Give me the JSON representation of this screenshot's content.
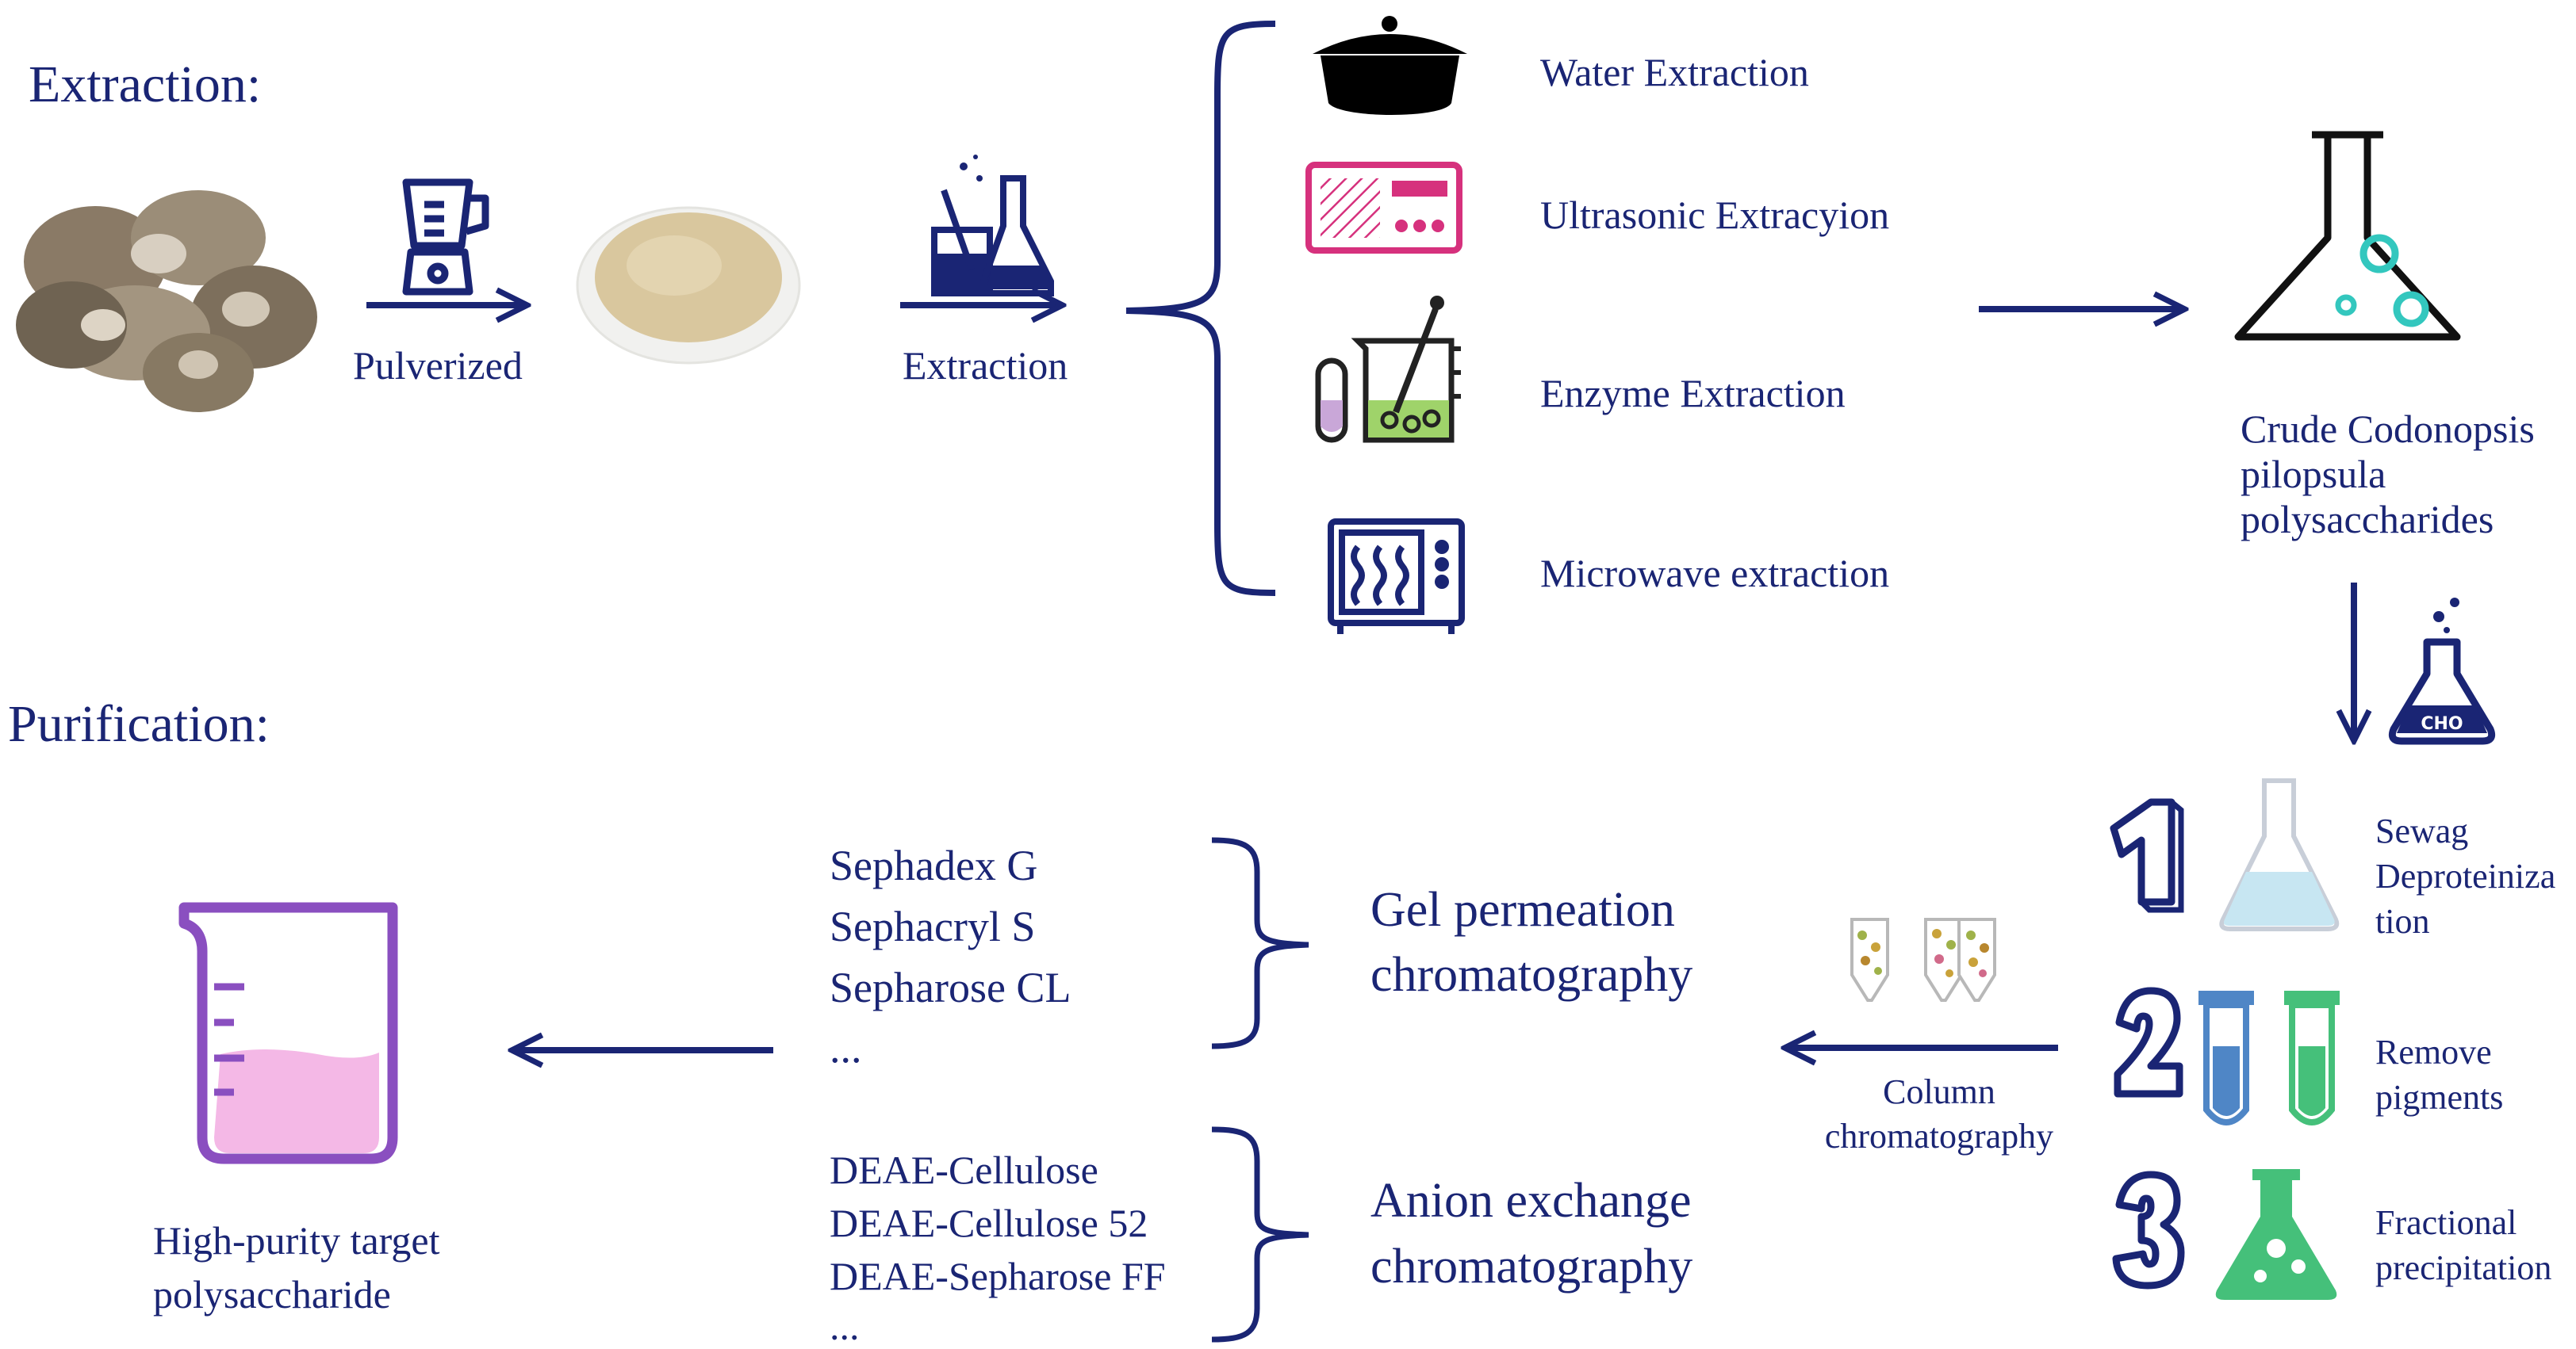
{
  "sections": {
    "extraction": "Extraction:",
    "purification": "Purification:"
  },
  "extraction": {
    "step1_label": "Pulverized",
    "step2_label": "Extraction",
    "methods": [
      "Water Extraction",
      "Ultrasonic Extracyion",
      "Enzyme Extraction",
      "Microwave extraction"
    ],
    "product": [
      "Crude Codonopsis",
      "pilopsula",
      "polysaccharides"
    ]
  },
  "pretreatment": [
    {
      "number": "1",
      "label": [
        "Sewag",
        "Deproteiniza",
        "tion"
      ]
    },
    {
      "number": "2",
      "label": [
        "Remove",
        "pigments"
      ]
    },
    {
      "number": "3",
      "label": [
        "Fractional",
        "precipitation"
      ]
    }
  ],
  "column": {
    "label": [
      "Column",
      "chromatography"
    ]
  },
  "gel_permeation": {
    "title": [
      "Gel permeation",
      "chromatography"
    ],
    "media": [
      "Sephadex G",
      "Sephacryl S",
      "Sepharose CL",
      "..."
    ]
  },
  "anion_exchange": {
    "title": [
      "Anion exchange",
      "chromatography"
    ],
    "media": [
      "DEAE-Cellulose",
      "DEAE-Cellulose 52",
      "DEAE-Sepharose FF",
      "..."
    ]
  },
  "final_product": [
    "High-purity target",
    "polysaccharide"
  ],
  "colors": {
    "navy": "#1a2574",
    "pink": "#d6317d",
    "beige": "#d9c79e",
    "teal": "#33c7be",
    "blue": "#4f86c6",
    "green": "#45c07a",
    "purple": "#8a4fc0",
    "light_pink": "#f4b8e6"
  }
}
